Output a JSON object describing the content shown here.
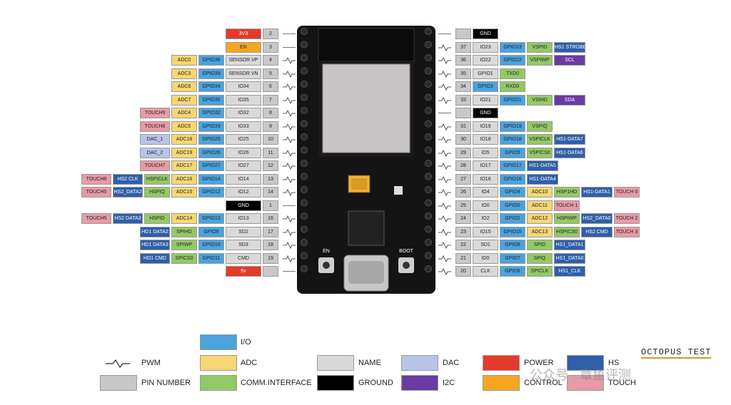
{
  "colors": {
    "io": "#4aa3df",
    "adc": "#f7d774",
    "name": "#d9d9d9",
    "ground": "#000000",
    "dac": "#b8c4e8",
    "power": "#e43a2b",
    "hs": "#2f5fa8",
    "pin": "#c8c8c8",
    "comm": "#93c965",
    "i2c": "#6a3aa5",
    "control": "#f5a623",
    "touch": "#e89aa6"
  },
  "left_rows": [
    {
      "pin": "2",
      "cells": [
        {
          "t": "3V3",
          "k": "power"
        }
      ]
    },
    {
      "pin": "3",
      "cells": [
        {
          "t": "EN",
          "k": "control"
        }
      ]
    },
    {
      "pin": "4",
      "pwm": true,
      "cells": [
        {
          "t": "ADC0",
          "k": "adc"
        },
        {
          "t": "GPIO36",
          "k": "io"
        },
        {
          "t": "SENSOR VP",
          "k": "name"
        }
      ]
    },
    {
      "pin": "5",
      "pwm": true,
      "cells": [
        {
          "t": "ADC3",
          "k": "adc"
        },
        {
          "t": "GPIO39",
          "k": "io"
        },
        {
          "t": "SENSOR VN",
          "k": "name"
        }
      ]
    },
    {
      "pin": "6",
      "pwm": true,
      "cells": [
        {
          "t": "ADC6",
          "k": "adc"
        },
        {
          "t": "GPIO34",
          "k": "io"
        },
        {
          "t": "IO34",
          "k": "name"
        }
      ]
    },
    {
      "pin": "7",
      "pwm": true,
      "cells": [
        {
          "t": "ADC7",
          "k": "adc"
        },
        {
          "t": "GPIO35",
          "k": "io"
        },
        {
          "t": "IO35",
          "k": "name"
        }
      ]
    },
    {
      "pin": "8",
      "pwm": true,
      "cells": [
        {
          "t": "TOUCH9",
          "k": "touch"
        },
        {
          "t": "ADC4",
          "k": "adc"
        },
        {
          "t": "GPIO32",
          "k": "io"
        },
        {
          "t": "IO32",
          "k": "name"
        }
      ]
    },
    {
      "pin": "9",
      "pwm": true,
      "cells": [
        {
          "t": "TOUCH8",
          "k": "touch"
        },
        {
          "t": "ADC5",
          "k": "adc"
        },
        {
          "t": "GPIO33",
          "k": "io"
        },
        {
          "t": "IO33",
          "k": "name"
        }
      ]
    },
    {
      "pin": "10",
      "pwm": true,
      "cells": [
        {
          "t": "DAC_1",
          "k": "dac"
        },
        {
          "t": "ADC18",
          "k": "adc"
        },
        {
          "t": "GPIO25",
          "k": "io"
        },
        {
          "t": "IO25",
          "k": "name"
        }
      ]
    },
    {
      "pin": "11",
      "pwm": true,
      "cells": [
        {
          "t": "DAC_2",
          "k": "dac"
        },
        {
          "t": "ADC19",
          "k": "adc"
        },
        {
          "t": "GPIO26",
          "k": "io"
        },
        {
          "t": "IO26",
          "k": "name"
        }
      ]
    },
    {
      "pin": "12",
      "pwm": true,
      "cells": [
        {
          "t": "TOUCH7",
          "k": "touch"
        },
        {
          "t": "ADC17",
          "k": "adc"
        },
        {
          "t": "GPIO27",
          "k": "io"
        },
        {
          "t": "IO27",
          "k": "name"
        }
      ]
    },
    {
      "pin": "13",
      "pwm": true,
      "cells": [
        {
          "t": "TOUCH6",
          "k": "touch"
        },
        {
          "t": "HS2 CLK",
          "k": "hs"
        },
        {
          "t": "HSPICLK",
          "k": "comm"
        },
        {
          "t": "ADC16",
          "k": "adc"
        },
        {
          "t": "GPIO14",
          "k": "io"
        },
        {
          "t": "IO14",
          "k": "name"
        }
      ]
    },
    {
      "pin": "14",
      "pwm": true,
      "cells": [
        {
          "t": "TOUCH5",
          "k": "touch"
        },
        {
          "t": "HS2_DATA2",
          "k": "hs"
        },
        {
          "t": "HSPIQ",
          "k": "comm"
        },
        {
          "t": "ADC15",
          "k": "adc"
        },
        {
          "t": "GPIO12",
          "k": "io"
        },
        {
          "t": "IO12",
          "k": "name"
        }
      ]
    },
    {
      "pin": "1",
      "cells": [
        {
          "t": "GND",
          "k": "ground"
        }
      ]
    },
    {
      "pin": "16",
      "pwm": true,
      "cells": [
        {
          "t": "TOUCH5",
          "k": "touch"
        },
        {
          "t": "HS2 DATA3",
          "k": "hs"
        },
        {
          "t": "HSPID",
          "k": "comm"
        },
        {
          "t": "ADC14",
          "k": "adc"
        },
        {
          "t": "GPIO13",
          "k": "io"
        },
        {
          "t": "IO13",
          "k": "name"
        }
      ]
    },
    {
      "pin": "17",
      "pwm": true,
      "cells": [
        {
          "t": "HD1 DATA2",
          "k": "hs"
        },
        {
          "t": "SPIHD",
          "k": "comm"
        },
        {
          "t": "GPIO9",
          "k": "io"
        },
        {
          "t": "SD2",
          "k": "name"
        }
      ]
    },
    {
      "pin": "18",
      "pwm": true,
      "cells": [
        {
          "t": "HD1 DATA3",
          "k": "hs"
        },
        {
          "t": "SPIWP",
          "k": "comm"
        },
        {
          "t": "GPIO10",
          "k": "io"
        },
        {
          "t": "SD3",
          "k": "name"
        }
      ]
    },
    {
      "pin": "19",
      "pwm": true,
      "cells": [
        {
          "t": "HD1 CMD",
          "k": "hs"
        },
        {
          "t": "SPICS0",
          "k": "comm"
        },
        {
          "t": "GPIO11",
          "k": "io"
        },
        {
          "t": "CMD",
          "k": "name"
        }
      ]
    },
    {
      "pin": "",
      "cells": [
        {
          "t": "5v",
          "k": "power"
        }
      ]
    }
  ],
  "right_rows": [
    {
      "pin": "",
      "cells": [
        {
          "t": "GND",
          "k": "ground"
        }
      ]
    },
    {
      "pin": "37",
      "pwm": true,
      "cells": [
        {
          "t": "IO23",
          "k": "name"
        },
        {
          "t": "GPIO23",
          "k": "io"
        },
        {
          "t": "VSPID",
          "k": "comm"
        },
        {
          "t": "HS1 STROBE",
          "k": "hs"
        }
      ]
    },
    {
      "pin": "36",
      "pwm": true,
      "cells": [
        {
          "t": "IO22",
          "k": "name"
        },
        {
          "t": "GPIO22",
          "k": "io"
        },
        {
          "t": "VSPIWP",
          "k": "comm"
        },
        {
          "t": "SCL",
          "k": "i2c"
        }
      ]
    },
    {
      "pin": "35",
      "pwm": true,
      "cells": [
        {
          "t": "GPIO1",
          "k": "name"
        },
        {
          "t": "TXD0",
          "k": "comm"
        }
      ]
    },
    {
      "pin": "34",
      "pwm": true,
      "cells": [
        {
          "t": "GPIO3",
          "k": "io"
        },
        {
          "t": "RXD0",
          "k": "comm"
        }
      ]
    },
    {
      "pin": "33",
      "pwm": true,
      "cells": [
        {
          "t": "IO21",
          "k": "name"
        },
        {
          "t": "GPIO21",
          "k": "io"
        },
        {
          "t": "VSIHD",
          "k": "comm"
        },
        {
          "t": "SDA",
          "k": "i2c"
        }
      ]
    },
    {
      "pin": "",
      "cells": [
        {
          "t": "GND",
          "k": "ground"
        }
      ]
    },
    {
      "pin": "31",
      "pwm": true,
      "cells": [
        {
          "t": "IO19",
          "k": "name"
        },
        {
          "t": "GPIO19",
          "k": "io"
        },
        {
          "t": "VSPIQ",
          "k": "comm"
        }
      ]
    },
    {
      "pin": "30",
      "pwm": true,
      "cells": [
        {
          "t": "IO18",
          "k": "name"
        },
        {
          "t": "GPIO18",
          "k": "io"
        },
        {
          "t": "VSPICLK",
          "k": "comm"
        },
        {
          "t": "HS1-DATA7",
          "k": "hs"
        }
      ]
    },
    {
      "pin": "29",
      "pwm": true,
      "cells": [
        {
          "t": "IO5",
          "k": "name"
        },
        {
          "t": "GPIO5",
          "k": "io"
        },
        {
          "t": "VSPICS0",
          "k": "comm"
        },
        {
          "t": "HS1-DATA6",
          "k": "hs"
        }
      ]
    },
    {
      "pin": "28",
      "pwm": true,
      "cells": [
        {
          "t": "IO17",
          "k": "name"
        },
        {
          "t": "GPIO17",
          "k": "io"
        },
        {
          "t": "HS1-DATA5",
          "k": "hs"
        }
      ]
    },
    {
      "pin": "27",
      "pwm": true,
      "cells": [
        {
          "t": "IO16",
          "k": "name"
        },
        {
          "t": "GPIO16",
          "k": "io"
        },
        {
          "t": "HS1-DATA4",
          "k": "hs"
        }
      ]
    },
    {
      "pin": "26",
      "pwm": true,
      "cells": [
        {
          "t": "IO4",
          "k": "name"
        },
        {
          "t": "GPIO4",
          "k": "io"
        },
        {
          "t": "ADC10",
          "k": "adc"
        },
        {
          "t": "HSP1HD",
          "k": "comm"
        },
        {
          "t": "HS1-DATA1",
          "k": "hs"
        },
        {
          "t": "TOUCH 0",
          "k": "touch"
        }
      ]
    },
    {
      "pin": "25",
      "pwm": true,
      "cells": [
        {
          "t": "IO0",
          "k": "name"
        },
        {
          "t": "GPIO0",
          "k": "io"
        },
        {
          "t": "ADC11",
          "k": "adc"
        },
        {
          "t": "TOUCH 1",
          "k": "touch"
        }
      ]
    },
    {
      "pin": "24",
      "pwm": true,
      "cells": [
        {
          "t": "IO2",
          "k": "name"
        },
        {
          "t": "GPIO2",
          "k": "io"
        },
        {
          "t": "ADC12",
          "k": "adc"
        },
        {
          "t": "HSPIWP",
          "k": "comm"
        },
        {
          "t": "HS2_DATA0",
          "k": "hs"
        },
        {
          "t": "TOUCH 2",
          "k": "touch"
        }
      ]
    },
    {
      "pin": "23",
      "pwm": true,
      "cells": [
        {
          "t": "IO15",
          "k": "name"
        },
        {
          "t": "GPIO15",
          "k": "io"
        },
        {
          "t": "ADC13",
          "k": "adc"
        },
        {
          "t": "HSPICS0",
          "k": "comm"
        },
        {
          "t": "HS2 CMD",
          "k": "hs"
        },
        {
          "t": "TOUCH 3",
          "k": "touch"
        }
      ]
    },
    {
      "pin": "22",
      "pwm": true,
      "cells": [
        {
          "t": "SD1",
          "k": "name"
        },
        {
          "t": "GPIO8",
          "k": "io"
        },
        {
          "t": "SPID",
          "k": "comm"
        },
        {
          "t": "HS1_DATA1",
          "k": "hs"
        }
      ]
    },
    {
      "pin": "21",
      "pwm": true,
      "cells": [
        {
          "t": "ID0",
          "k": "name"
        },
        {
          "t": "GPIO7",
          "k": "io"
        },
        {
          "t": "SPIQ",
          "k": "comm"
        },
        {
          "t": "HS1_DATA0",
          "k": "hs"
        }
      ]
    },
    {
      "pin": "20",
      "pwm": true,
      "cells": [
        {
          "t": "CLK",
          "k": "name"
        },
        {
          "t": "GPIO6",
          "k": "io"
        },
        {
          "t": "SPICLK",
          "k": "comm"
        },
        {
          "t": "HS1_CLK",
          "k": "hs"
        }
      ]
    }
  ],
  "legend": {
    "pwm": "PWM",
    "pin_number": "PIN NUMBER",
    "io": "I/O",
    "adc": "ADC",
    "comm": "COMM.INTERFACE",
    "name": "NAME",
    "ground": "GROUND",
    "dac": "DAC",
    "i2c": "I2C",
    "power": "POWER",
    "control": "CONTROL",
    "hs": "HS",
    "touch": "TOUCH"
  },
  "brand": "OCTOPUS TEST",
  "watermark": "公众号 · 章鱼评测",
  "board": {
    "button_label": "EN",
    "boot_label": "BOOT"
  }
}
